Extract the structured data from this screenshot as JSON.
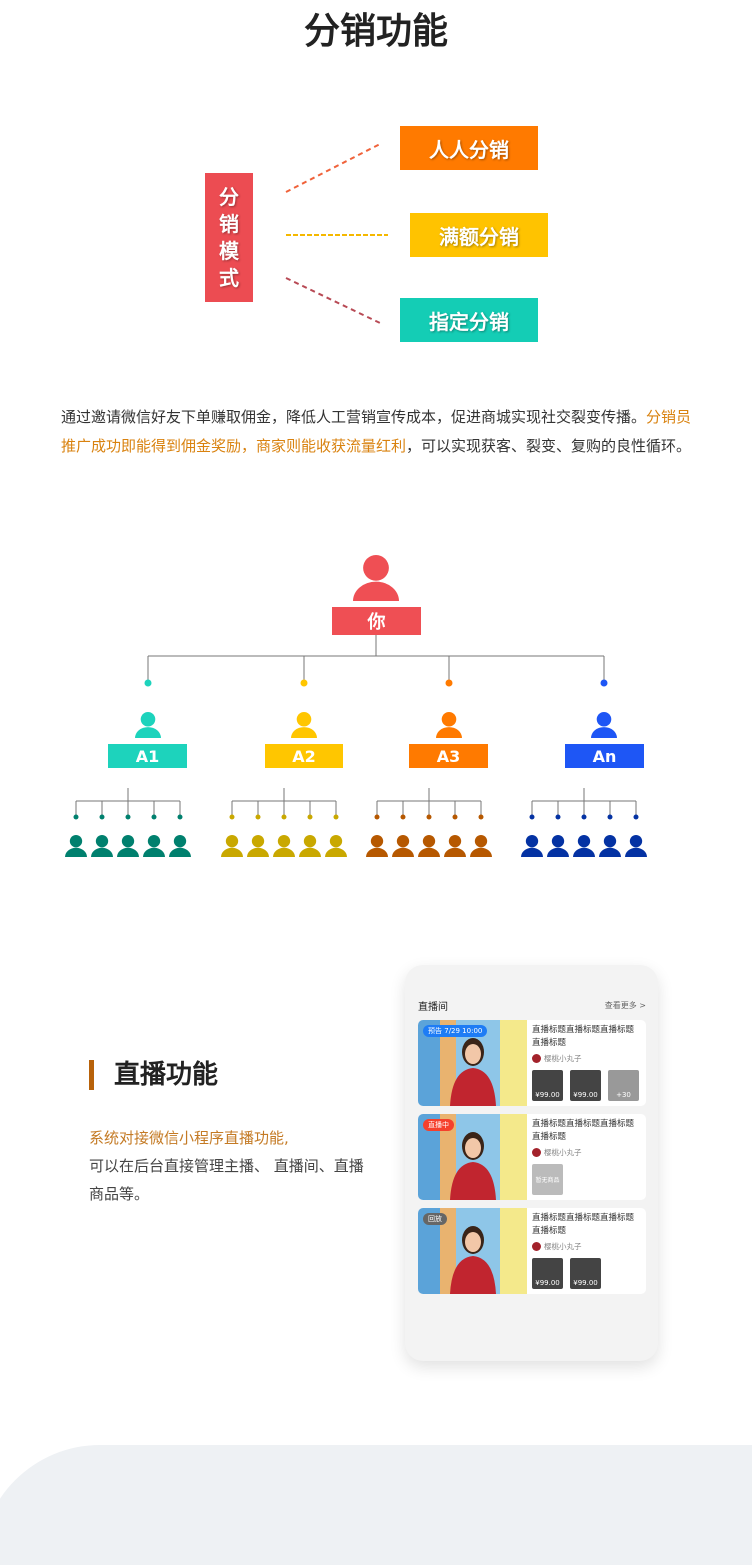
{
  "title": "分销功能",
  "mode": {
    "label": [
      "分",
      "销",
      "模",
      "式"
    ],
    "types": [
      {
        "label": "人人分销",
        "color": "#ff7a00"
      },
      {
        "label": "满额分销",
        "color": "#ffc300"
      },
      {
        "label": "指定分销",
        "color": "#14cdb5"
      }
    ]
  },
  "description": {
    "part1": "通过邀请微信好友下单赚取佣金，降低人工营销宣传成本，促进商城实现社交裂变传播。",
    "highlight": "分销员推广成功即能得到佣金奖励，商家则能收获流量红利",
    "part2": "，可以实现获客、裂变、复购的良性循环。"
  },
  "tree": {
    "root": {
      "label": "你",
      "color": "#ef4f54"
    },
    "nodes": [
      {
        "label": "A1",
        "color": "#1dd3bc",
        "dark": "#00806e"
      },
      {
        "label": "A2",
        "color": "#ffc600",
        "dark": "#c9a800"
      },
      {
        "label": "A3",
        "color": "#ff7a00",
        "dark": "#b65800"
      },
      {
        "label": "An",
        "color": "#1e56f5",
        "dark": "#0432a3"
      }
    ]
  },
  "live": {
    "heading": "直播功能",
    "desc_highlight": "系统对接微信小程序直播功能,",
    "desc_rest": "可以在后台直接管理主播、 直播间、直播商品等。",
    "phone": {
      "title": "直播间",
      "more": "查看更多 >",
      "cards": [
        {
          "badge": "预告",
          "time": "7/29 10:00",
          "badge_color": "#1e7cf5",
          "title": "直播标题直播标题直播标题直播标题",
          "author": "樱桃小丸子",
          "products": [
            "¥99.00",
            "¥99.00",
            "+30"
          ]
        },
        {
          "badge": "直播中",
          "time": "",
          "badge_color": "#f5402c",
          "title": "直播标题直播标题直播标题直播标题",
          "author": "樱桃小丸子",
          "products": [],
          "empty": "暂无商品"
        },
        {
          "badge": "回放",
          "time": "",
          "badge_color": "#666666",
          "title": "直播标题直播标题直播标题直播标题",
          "author": "樱桃小丸子",
          "products": [
            "¥99.00",
            "¥99.00"
          ]
        }
      ]
    }
  }
}
